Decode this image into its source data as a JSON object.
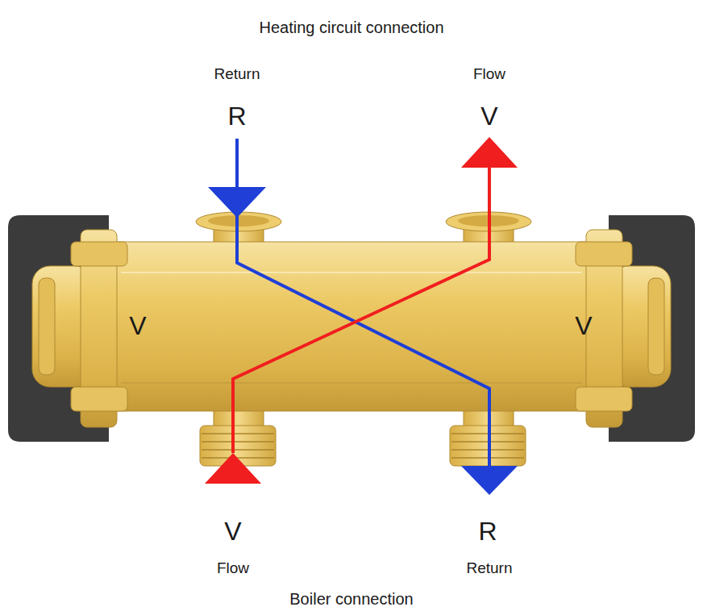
{
  "diagram": {
    "labels": [
      "Heating circuit connection",
      "Return",
      "Flow",
      "R",
      "V",
      "V",
      "V",
      "V",
      "R",
      "Flow",
      "Return",
      "Boiler connection"
    ]
  }
}
